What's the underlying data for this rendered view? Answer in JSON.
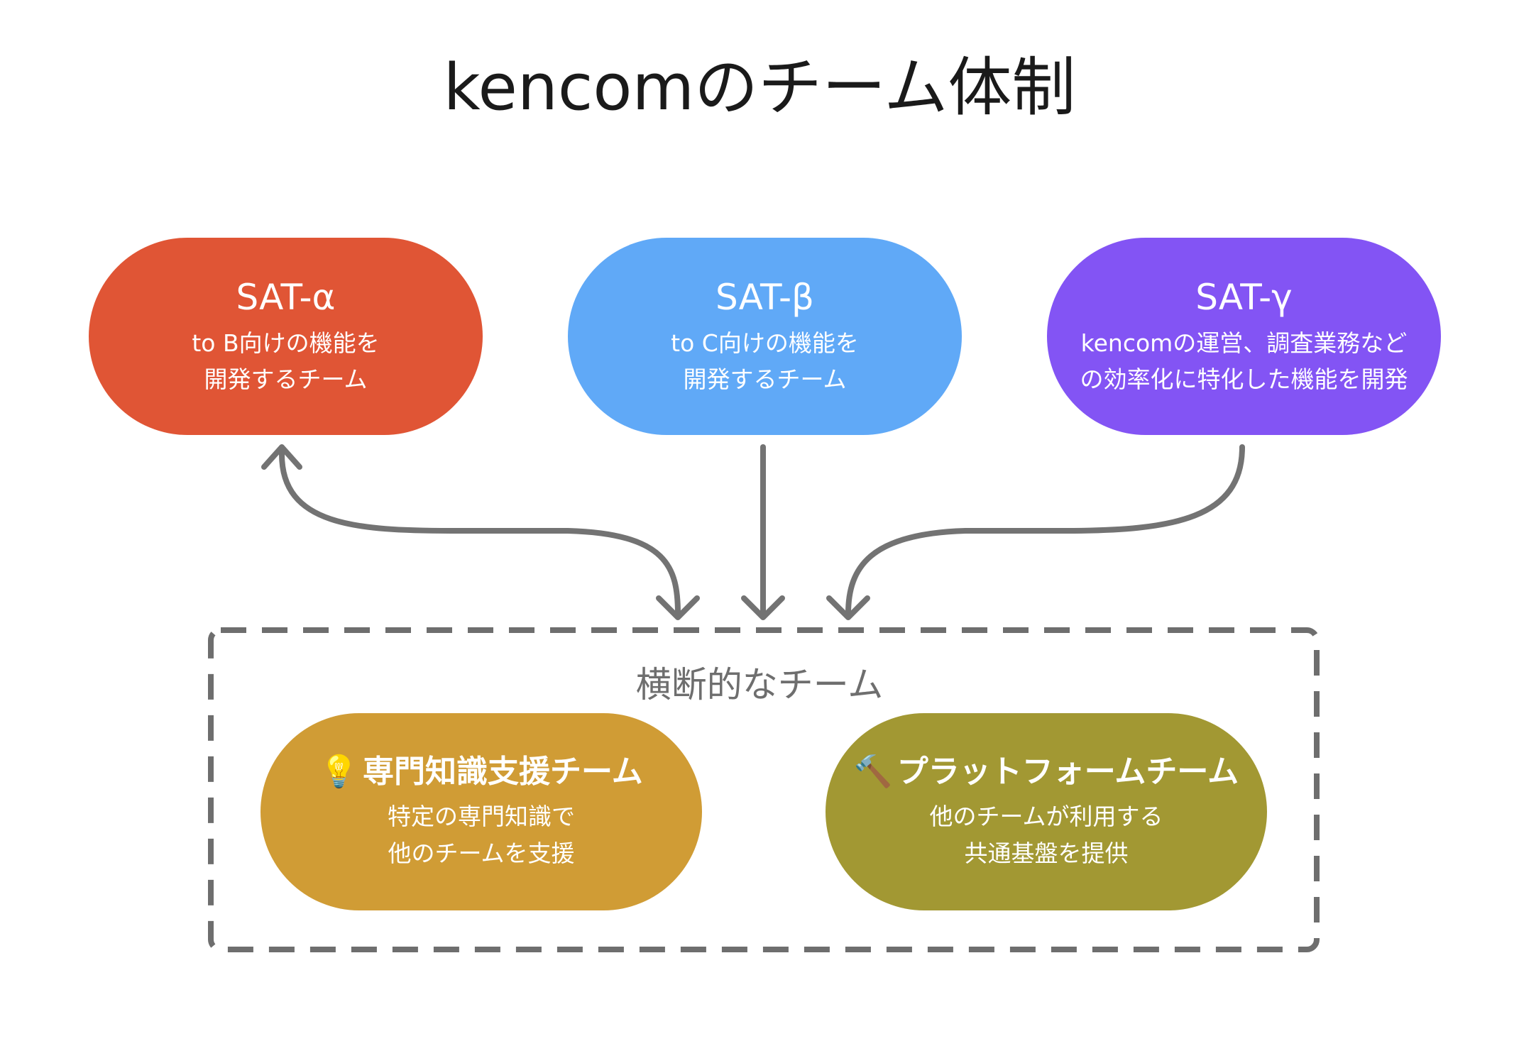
{
  "title": "kencomのチーム体制",
  "top_teams": [
    {
      "name": "SAT-α",
      "lines": [
        "to B向けの機能を",
        "開発するチーム"
      ],
      "color": "#E05535"
    },
    {
      "name": "SAT-β",
      "lines": [
        "to C向けの機能を",
        "開発するチーム"
      ],
      "color": "#60A9F7"
    },
    {
      "name": "SAT-γ",
      "lines": [
        "kencomの運営、調査業務など",
        "の効率化に特化した機能を開発"
      ],
      "color": "#8354F4"
    }
  ],
  "group": {
    "label": "横断的なチーム",
    "border_color": "#6e6e6e"
  },
  "bottom_teams": [
    {
      "name": "専門知識支援チーム",
      "icon": "💡",
      "lines": [
        "特定の専門知識で",
        "他のチームを支援"
      ],
      "color": "#D09C35"
    },
    {
      "name": "プラットフォームチーム",
      "icon": "🔨",
      "lines": [
        "他のチームが利用する",
        "共通基盤を提供"
      ],
      "color": "#A29833"
    }
  ],
  "arrow_color": "#737373"
}
